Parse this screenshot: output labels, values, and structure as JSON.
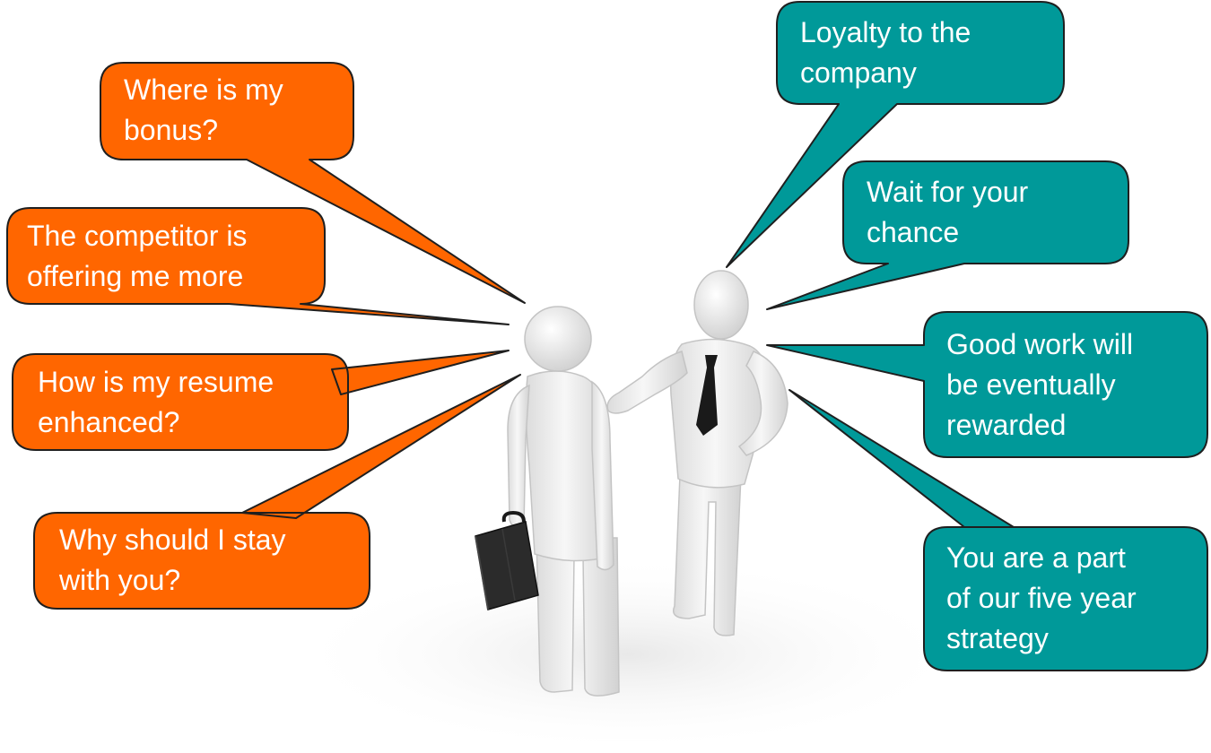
{
  "colors": {
    "employee_bubble": "#ff6600",
    "manager_bubble": "#009999",
    "bubble_outline": "#1f1f1f",
    "text": "#ffffff",
    "figure": "#f2f2f2",
    "tie": "#1a1a1a",
    "briefcase": "#2b2b2b"
  },
  "employee_bubbles": [
    {
      "lines": [
        "Where is my",
        "bonus?"
      ]
    },
    {
      "lines": [
        "The competitor is",
        "offering me more"
      ]
    },
    {
      "lines": [
        "How is my resume",
        "enhanced?"
      ]
    },
    {
      "lines": [
        "Why should I stay",
        "with you?"
      ]
    }
  ],
  "manager_bubbles": [
    {
      "lines": [
        "Loyalty to the",
        "company"
      ]
    },
    {
      "lines": [
        "Wait for your",
        "chance"
      ]
    },
    {
      "lines": [
        "Good work will",
        "be eventually",
        "rewarded"
      ]
    },
    {
      "lines": [
        "You are a part",
        "of our five year",
        "strategy"
      ]
    }
  ],
  "figures": {
    "employee": {
      "icon": "person-with-briefcase-icon"
    },
    "manager": {
      "icon": "person-with-tie-icon"
    }
  }
}
